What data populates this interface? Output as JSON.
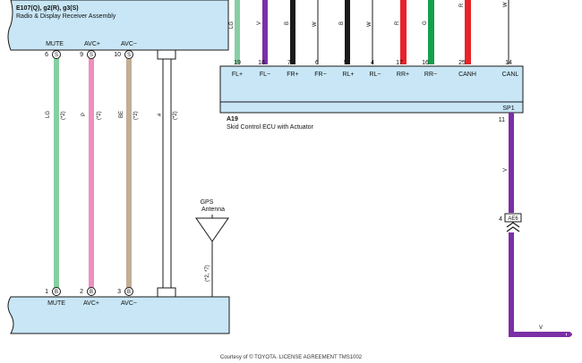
{
  "radio_unit": {
    "code": "E107(Q), g2(R), g3(S)",
    "name": "Radio & Display Receiver Assembly",
    "pins": [
      {
        "num": "6",
        "label": "MUTE",
        "term": "S"
      },
      {
        "num": "9",
        "label": "AVC+",
        "term": "S"
      },
      {
        "num": "10",
        "label": "AVC−",
        "term": "S"
      }
    ]
  },
  "ecu": {
    "code": "A19",
    "name": "Skid Control ECU with Actuator",
    "sp_label": "SP1",
    "sp_pin": "11",
    "pins": [
      {
        "num": "19",
        "label": "FL+"
      },
      {
        "num": "18",
        "label": "FL−"
      },
      {
        "num": "7",
        "label": "FR+"
      },
      {
        "num": "6",
        "label": "FR−"
      },
      {
        "num": "5",
        "label": "RL+"
      },
      {
        "num": "4",
        "label": "RL−"
      },
      {
        "num": "17",
        "label": "RR+"
      },
      {
        "num": "16",
        "label": "RR−"
      },
      {
        "num": "25",
        "label": "CANH"
      },
      {
        "num": "14",
        "label": "CANL"
      }
    ],
    "wire_colors": [
      "LG",
      "V",
      "B",
      "W",
      "B",
      "W",
      "R",
      "G",
      "R",
      "W"
    ]
  },
  "vertical_wires": {
    "colors": [
      "LG",
      "P",
      "BE",
      "#"
    ],
    "notes": [
      "(*2)",
      "(*2)",
      "(*2)",
      "(*2)"
    ]
  },
  "gps": {
    "line1": "GPS",
    "line2": "Antenna",
    "note": "(*2, *7)"
  },
  "bottom_unit": {
    "pins": [
      {
        "num": "1",
        "label": "MUTE",
        "term": "B"
      },
      {
        "num": "2",
        "label": "AVC+",
        "term": "B"
      },
      {
        "num": "3",
        "label": "AVC−",
        "term": "B"
      }
    ]
  },
  "connector_ae6": {
    "pin": "4",
    "label": "AE6",
    "wire_color": "V"
  },
  "bottom_wire_color": "V",
  "footer": "Courtesy of © TOYOTA. LICENSE AGREEMENT TMS1002",
  "colors": {
    "LG": "#86cfa3",
    "V": "#7b2fa6",
    "B": "#1a1a1a",
    "W": "#ffffff",
    "R": "#e8232a",
    "G": "#12a04b",
    "P": "#ee8fbd",
    "BE": "#c3ad96",
    "box": "#c8e6f5"
  }
}
